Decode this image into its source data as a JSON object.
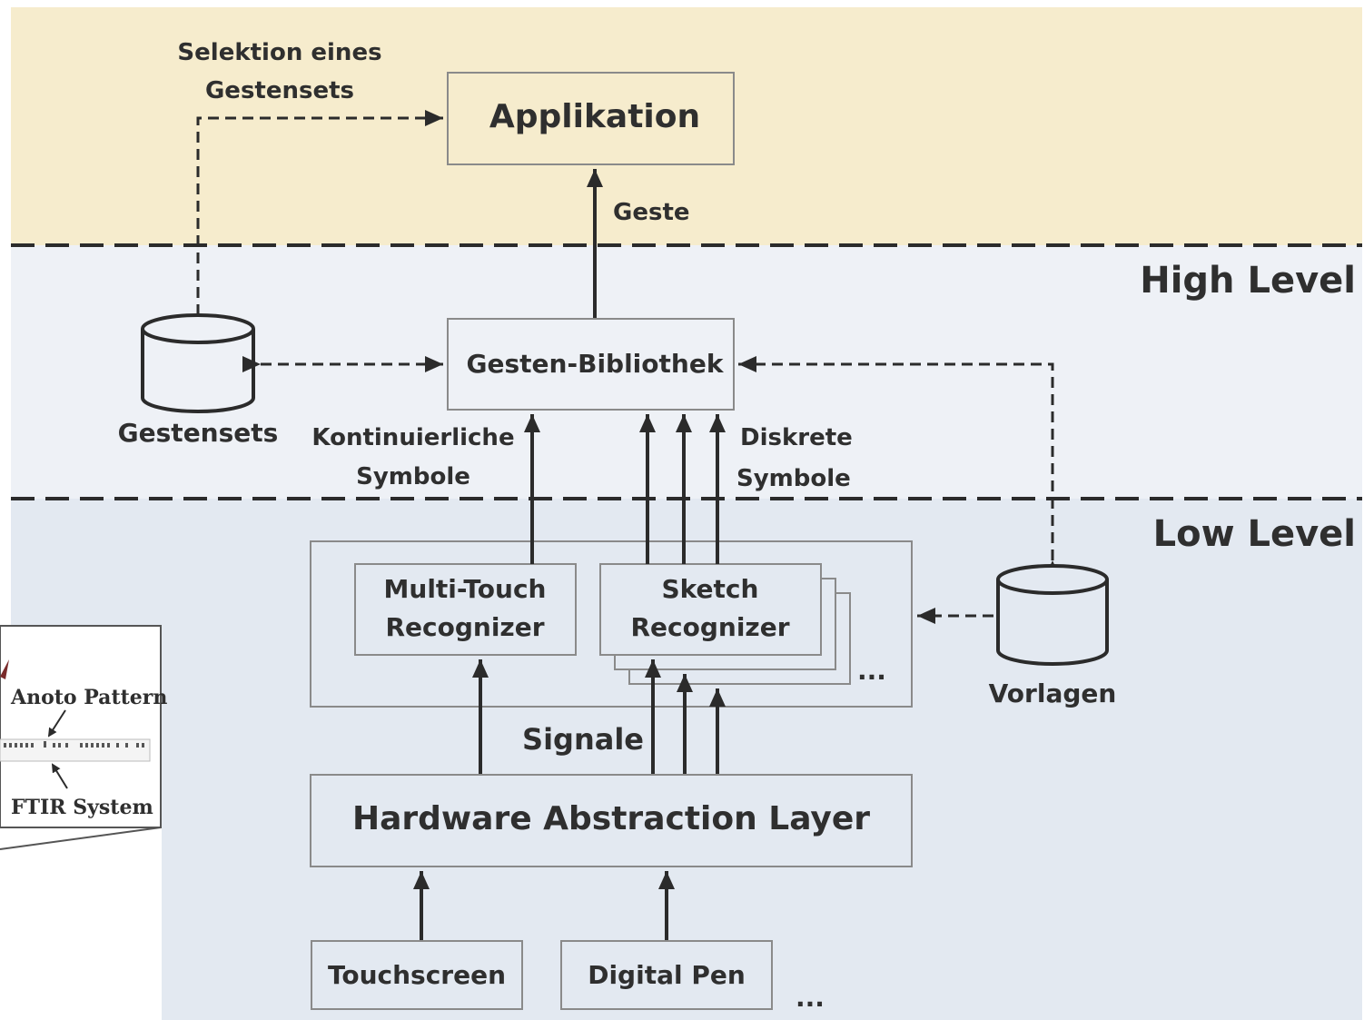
{
  "layers": {
    "high_level": "High Level",
    "low_level": "Low Level"
  },
  "nodes": {
    "applikation": "Applikation",
    "gesten_bibliothek": "Gesten-Bibliothek",
    "multi_touch_line1": "Multi-Touch",
    "multi_touch_line2": "Recognizer",
    "sketch_line1": "Sketch",
    "sketch_line2": "Recognizer",
    "recognizer_ellipsis": "...",
    "hal": "Hardware Abstraction Layer",
    "touchscreen": "Touchscreen",
    "digital_pen": "Digital Pen",
    "input_ellipsis": "...",
    "gestensets": "Gestensets",
    "vorlagen": "Vorlagen"
  },
  "edge_labels": {
    "selektion_line1": "Selektion eines",
    "selektion_line2": "Gestensets",
    "geste": "Geste",
    "kontinuierliche_line1": "Kontinuierliche",
    "kontinuierliche_line2": "Symbole",
    "diskrete_line1": "Diskrete",
    "diskrete_line2": "Symbole",
    "signale": "Signale"
  },
  "inset": {
    "anoto": "Anoto Pattern",
    "ftir": "FTIR System"
  },
  "colors": {
    "application_band": "#f6eccd",
    "high_level_band": "#eef1f6",
    "low_level_band": "#e3e9f1",
    "line": "#2b2b2b",
    "box_border": "#8a8a8a"
  }
}
